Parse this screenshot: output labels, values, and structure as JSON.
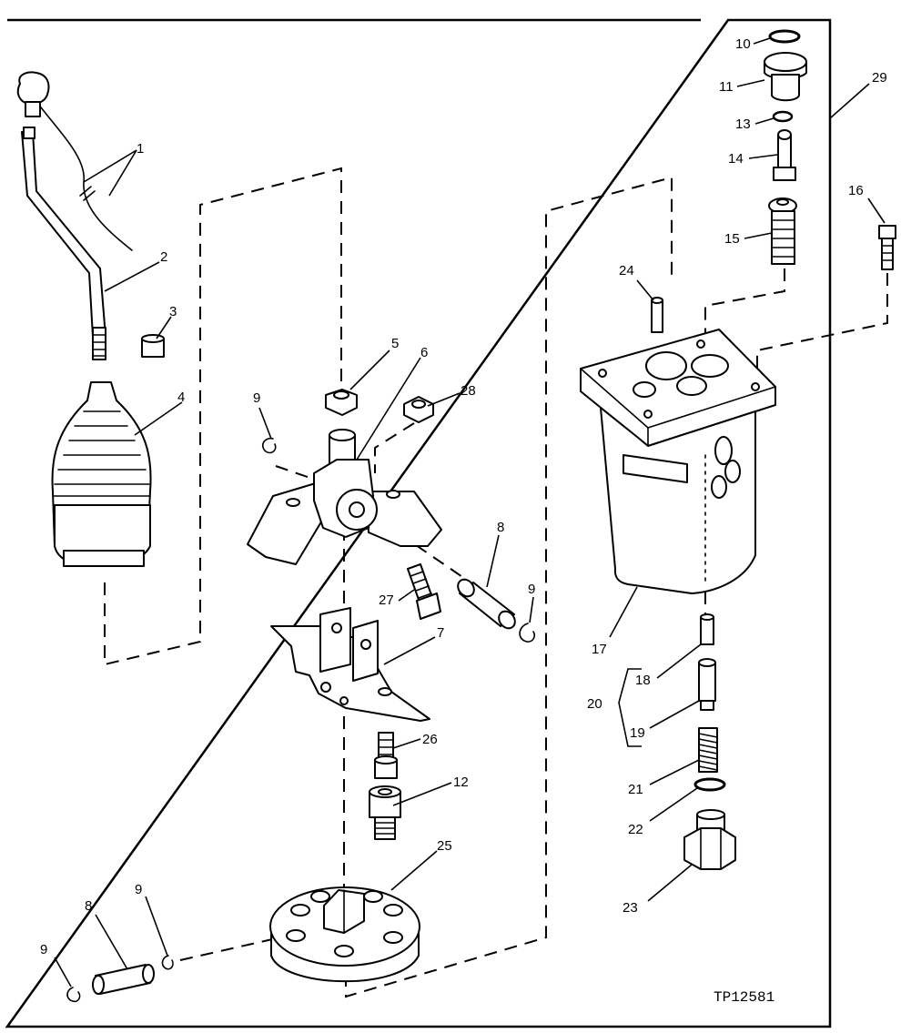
{
  "figure": {
    "figure_id": "TP12581"
  },
  "callouts": [
    "1",
    "2",
    "3",
    "4",
    "5",
    "6",
    "9",
    "28",
    "8",
    "9",
    "27",
    "7",
    "26",
    "12",
    "25",
    "9",
    "8",
    "9",
    "10",
    "11",
    "13",
    "14",
    "15",
    "16",
    "24",
    "29",
    "17",
    "18",
    "20",
    "19",
    "21",
    "22",
    "23"
  ]
}
